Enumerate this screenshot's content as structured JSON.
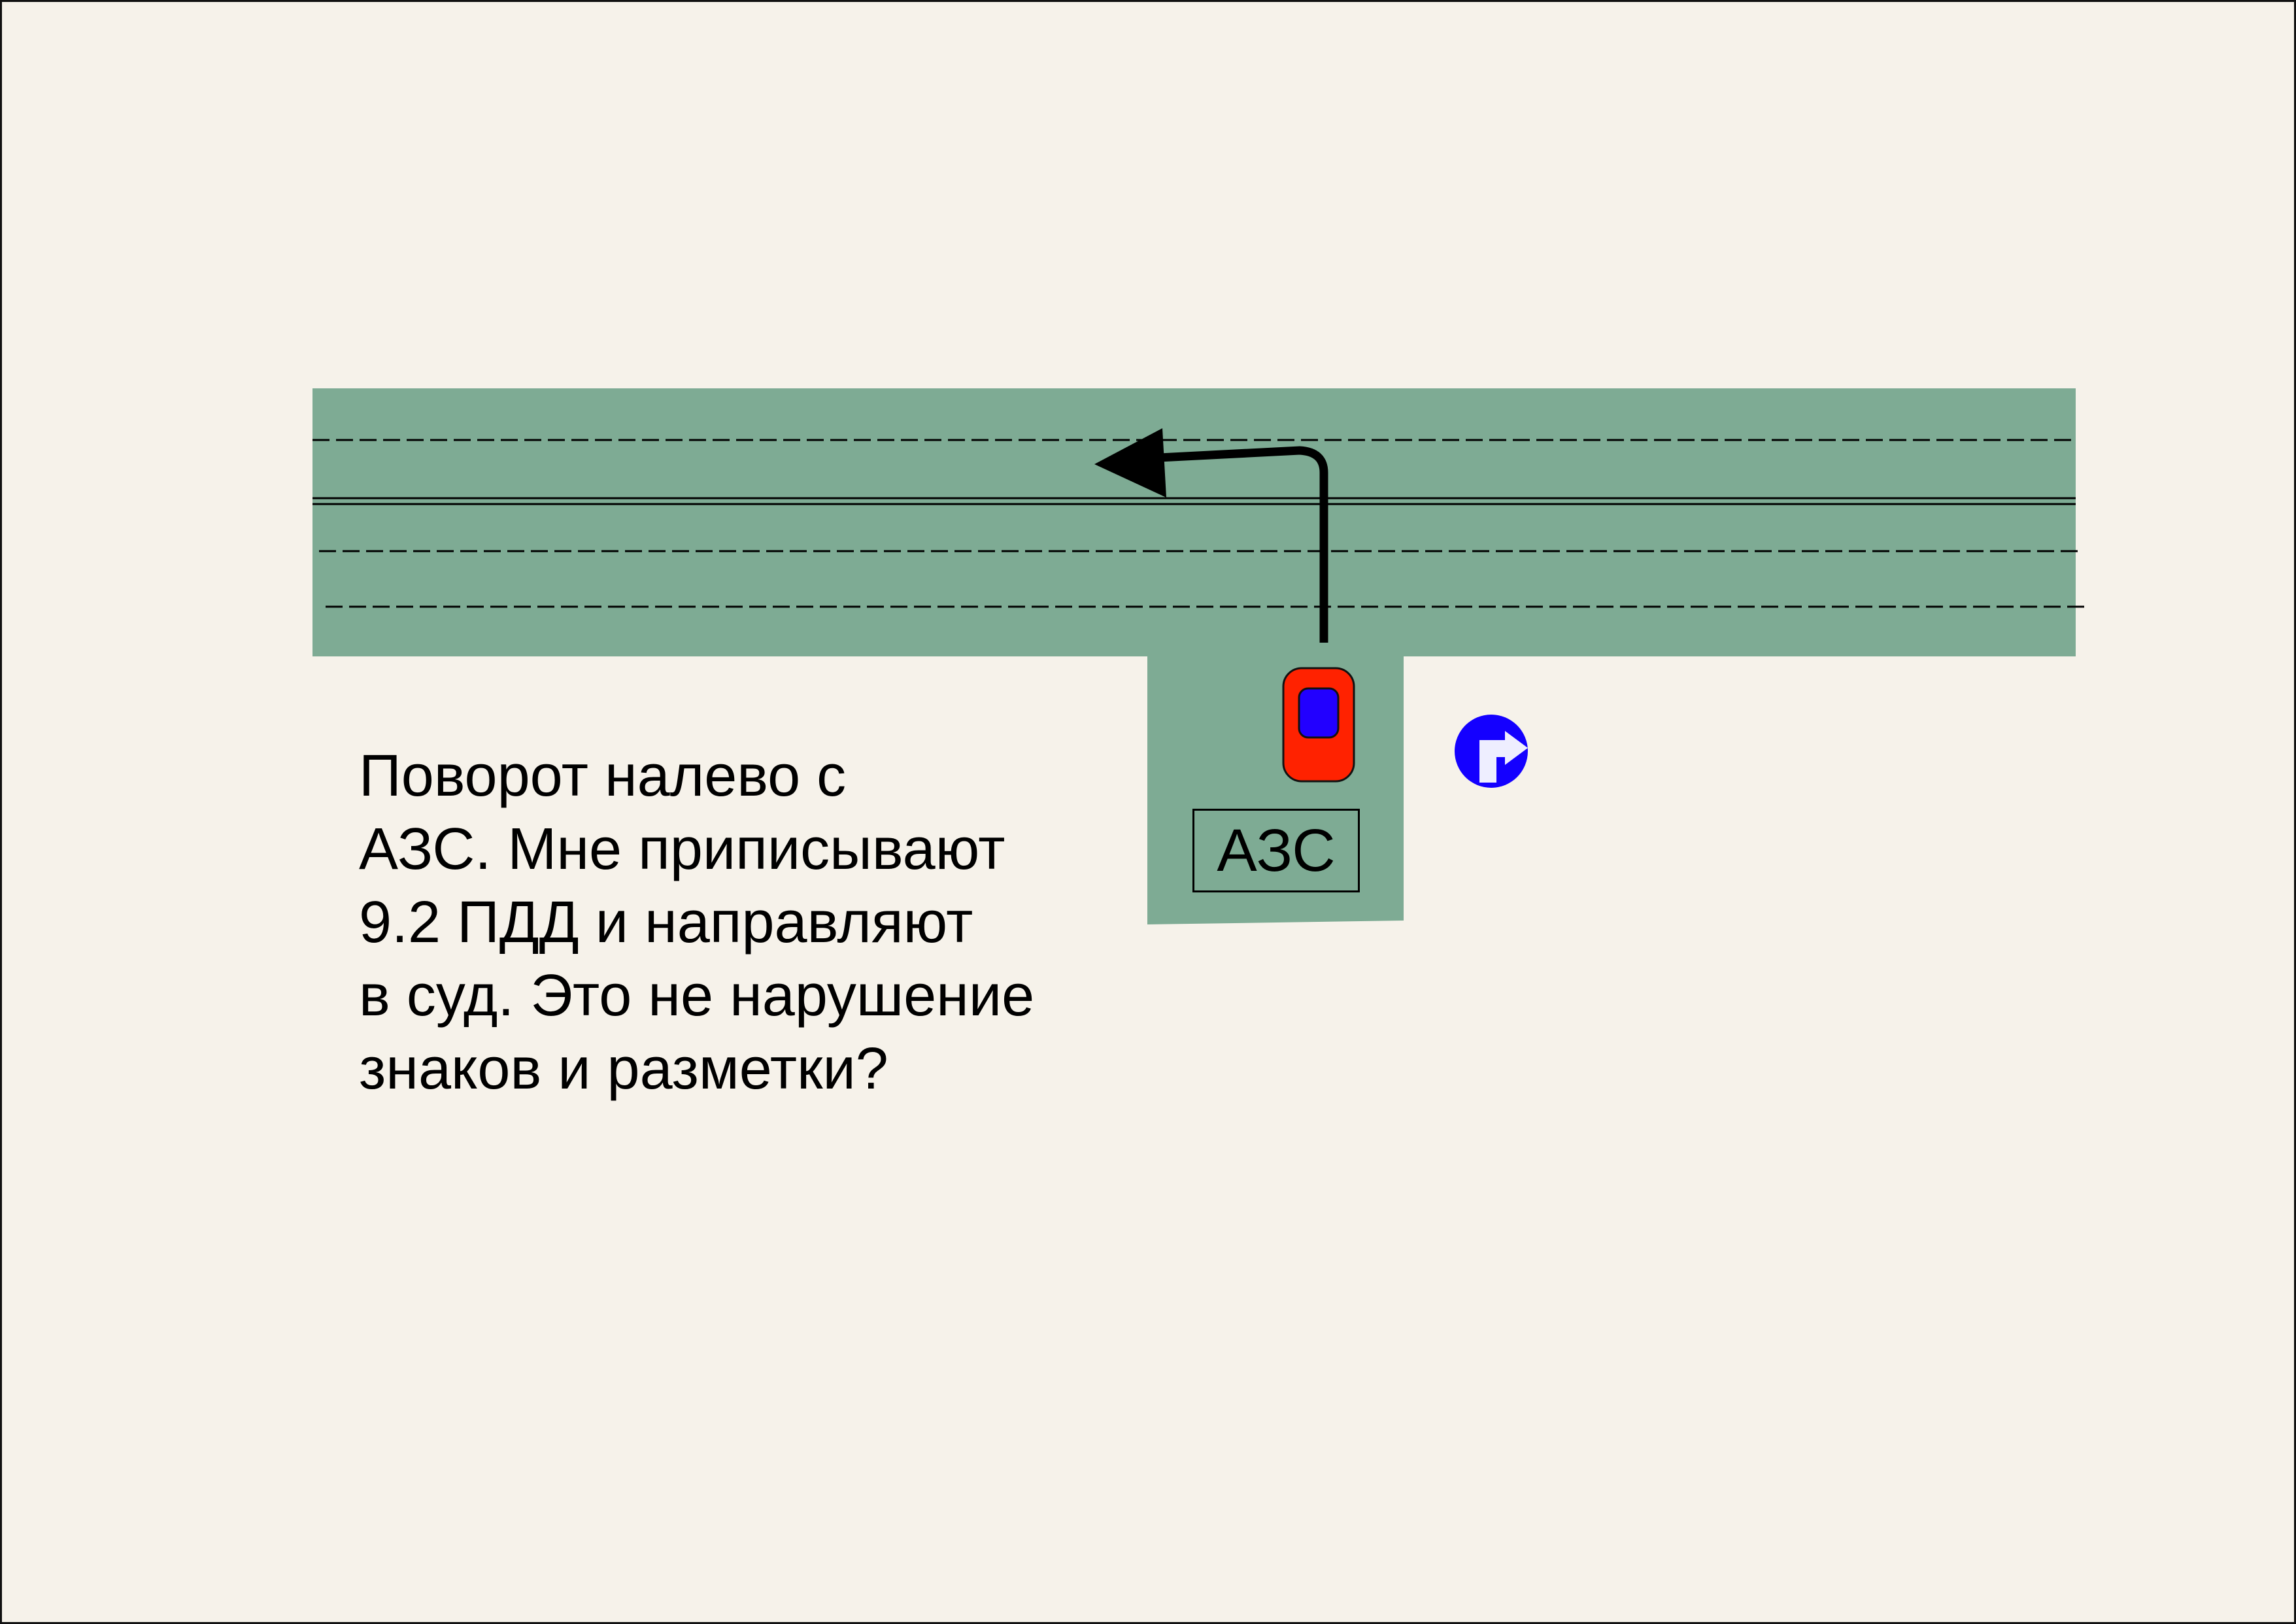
{
  "question_text": "Поворот налево с\nАЗС. Мне приписывают\n9.2 ПДД и направляют\nв суд. Это не нарушение\nзнаков и разметки?",
  "gas_station_label": "АЗС",
  "sign": "turn-right-mandatory-sign",
  "colors": {
    "background": "#f6f2ea",
    "road": "#7eab94",
    "car_body": "#ff2200",
    "car_roof": "#2200ff",
    "sign": "#1400ff"
  }
}
